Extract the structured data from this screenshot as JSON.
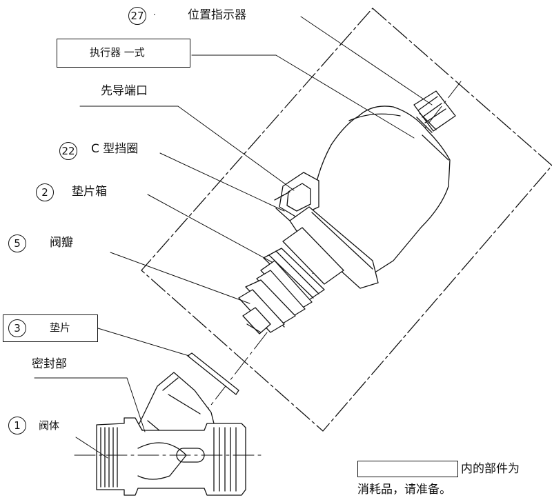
{
  "labels": {
    "position_indicator": {
      "num": "27",
      "text": "位置指示器"
    },
    "actuator": {
      "text": "执行器 一式"
    },
    "pilot_port": {
      "text": "先导端口"
    },
    "c_ring": {
      "num": "22",
      "text": "C 型挡圈"
    },
    "gland": {
      "num": "2",
      "text": "垫片箱"
    },
    "valve_disc": {
      "num": "5",
      "text": "阀瓣"
    },
    "gasket": {
      "num": "3",
      "text": "垫片"
    },
    "seal_part": {
      "text": "密封部"
    },
    "valve_body": {
      "num": "1",
      "text": "阀体"
    }
  },
  "note": {
    "line1": "内的部件为",
    "line2": "消耗品，请准备。"
  },
  "stray_mark": "."
}
